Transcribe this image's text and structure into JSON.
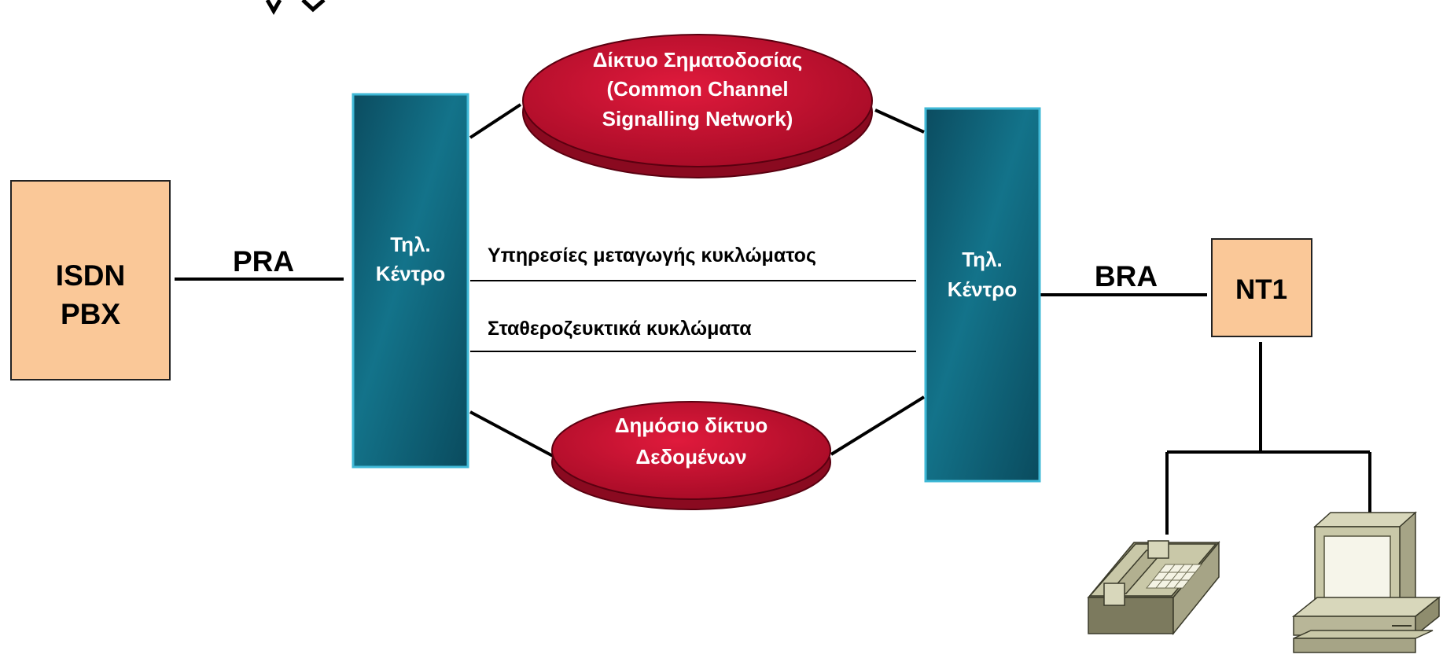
{
  "nodes": {
    "isdn_pbx": {
      "line1": "ISDN",
      "line2": "PBX"
    },
    "exchange_left": {
      "line1": "Τηλ.",
      "line2": "Κέντρο"
    },
    "exchange_right": {
      "line1": "Τηλ.",
      "line2": "Κέντρο"
    },
    "nt1": {
      "label": "NT1"
    },
    "signalling_network": {
      "line1": "Δίκτυο Σηματοδοσίας",
      "line2": "(Common Channel",
      "line3": "Signalling Network)"
    },
    "public_data_network": {
      "line1": "Δημόσιο δίκτυο",
      "line2": "Δεδομένων"
    }
  },
  "links": {
    "pra": "PRA",
    "bra": "BRA",
    "circuit_switched": "Υπηρεσίες μεταγωγής κυκλώματος",
    "leased_lines": "Σταθεροζευκτικά κυκλώματα"
  },
  "colors": {
    "box_fill": "#fac898",
    "exchange_fill": "#0f6a80",
    "ellipse_fill": "#c8102e",
    "device_fill": "#c9c8a8"
  }
}
